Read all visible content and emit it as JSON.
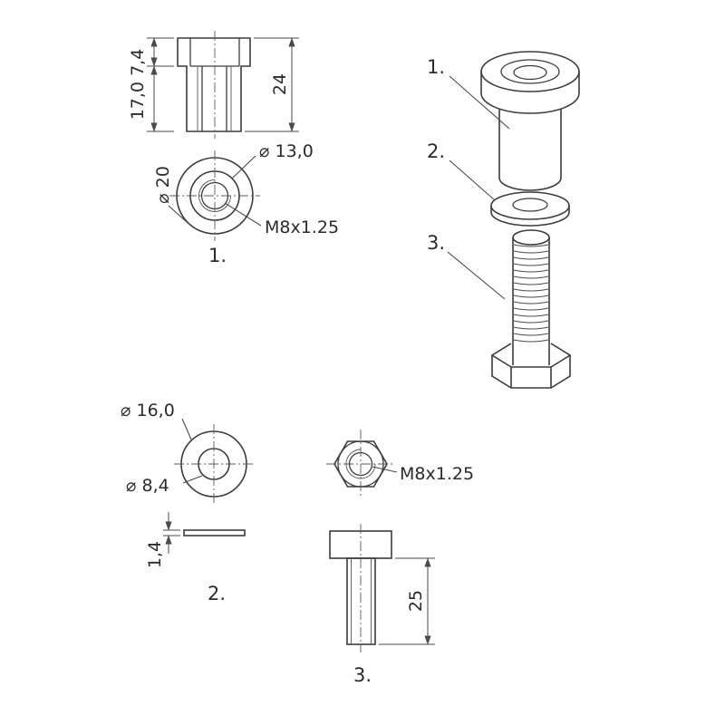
{
  "style": {
    "line_color": "#3c3c3c",
    "text_color": "#2b2b2b",
    "background": "#ffffff"
  },
  "part1": {
    "number": "1.",
    "front_view": {
      "height_dims": "17,0 7,4",
      "total_height": "24"
    },
    "top_view": {
      "counterbore_dia": "⌀ 13,0",
      "outer_dia": "⌀ 20",
      "thread": "M8x1.25"
    }
  },
  "part2": {
    "number": "2.",
    "top_view": {
      "outer_dia": "⌀ 16,0",
      "hole_dia": "⌀ 8,4"
    },
    "side_view": {
      "thickness": "1,4"
    }
  },
  "part3": {
    "number": "3.",
    "top_view": {
      "thread": "M8x1.25"
    },
    "front_view": {
      "length": "25"
    }
  },
  "assembly": {
    "callout_1": "1.",
    "callout_2": "2.",
    "callout_3": "3."
  }
}
